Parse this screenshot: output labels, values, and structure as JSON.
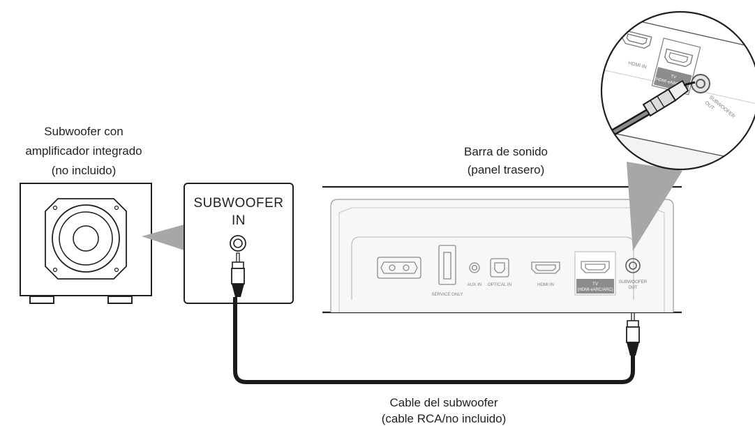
{
  "subwoofer": {
    "label_lines": [
      "Subwoofer con",
      "amplificador integrado",
      "(no incluido)"
    ],
    "jack_label_lines": [
      "SUBWOOFER",
      "IN"
    ]
  },
  "soundbar": {
    "label_lines": [
      "Barra de sonido",
      "(panel trasero)"
    ],
    "ports": {
      "service_only": "SERVICE ONLY",
      "aux_in": "AUX IN",
      "optical_in": "OPTICAL IN",
      "hdmi_in": "HDMI IN",
      "tv_lines": [
        "TV",
        "(HDMI eARC/ARC)"
      ],
      "subwoofer_out_lines": [
        "SUBWOOFER",
        "OUT"
      ]
    }
  },
  "zoom": {
    "hdmi_in": "HDMI IN",
    "tv_lines": [
      "TV",
      "(HDMI eARC/ARC)"
    ],
    "subwoofer_out_lines": [
      "SUBWOOFER",
      "OUT"
    ]
  },
  "cable": {
    "label_lines": [
      "Cable del subwoofer",
      "(cable RCA/no incluido)"
    ]
  },
  "colors": {
    "outline": "#231f20",
    "panel_fill": "#f7f7f7",
    "callout_gray": "#a7a7a7",
    "cable": "#1b1b1b",
    "tv_badge": "#8c8c8c"
  },
  "icons": [
    "speaker-driver-icon",
    "rca-jack-icon",
    "rca-plug-icon",
    "power-inlet-icon",
    "usb-port-icon",
    "optical-port-icon",
    "hdmi-port-icon"
  ]
}
